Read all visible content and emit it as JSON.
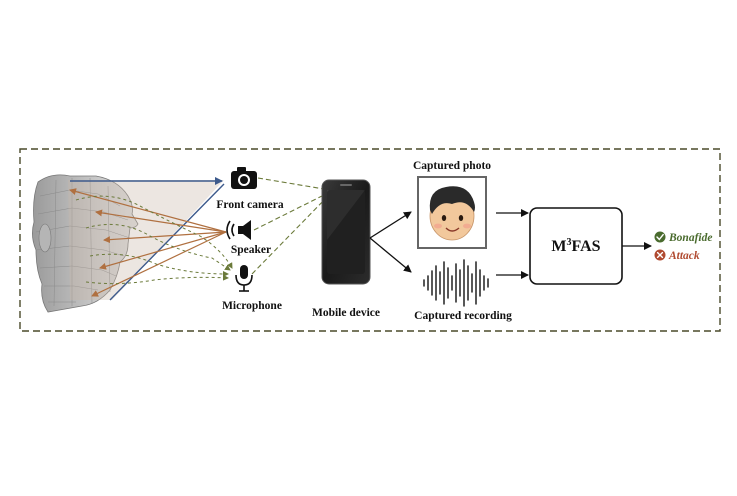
{
  "labels": {
    "front_camera": "Front camera",
    "speaker": "Speaker",
    "microphone": "Microphone",
    "mobile_device": "Mobile device",
    "captured_photo": "Captured photo",
    "captured_recording": "Captured recording",
    "model_name_prefix": "M",
    "model_name_sup": "3",
    "model_name_suffix": "FAS",
    "bonafide": "Bonafide",
    "attack": "Attack"
  },
  "colors": {
    "frame_dash": "#4a4a2a",
    "camera_ray": "#3d5a8c",
    "speaker_ray": "#b07040",
    "dashed_link": "#6b7a3a",
    "bonafide": "#4a6b2e",
    "attack": "#b04a30"
  }
}
